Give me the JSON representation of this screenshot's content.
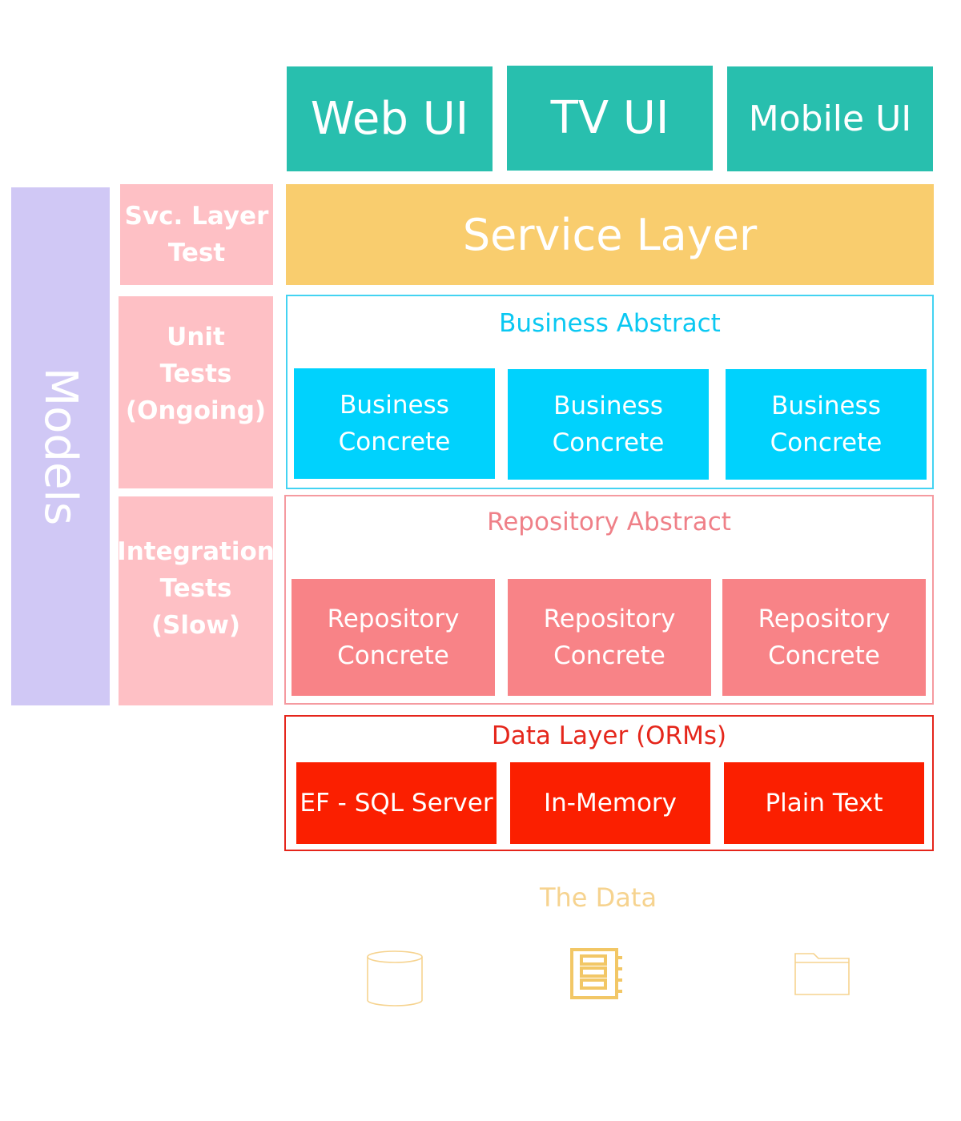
{
  "ui_layer": {
    "web": "Web UI",
    "tv": "TV UI",
    "mobile": "Mobile UI"
  },
  "service_layer": "Service Layer",
  "models": "Models",
  "tests": {
    "service": [
      "Svc. Layer",
      "Test"
    ],
    "unit": [
      "Unit",
      "Tests",
      "(Ongoing)"
    ],
    "integration": [
      "Integration",
      "Tests",
      "(Slow)"
    ]
  },
  "business": {
    "title": "Business Abstract",
    "concrete": [
      "Business",
      "Concrete"
    ]
  },
  "repository": {
    "title": "Repository Abstract",
    "concrete": [
      "Repository",
      "Concrete"
    ]
  },
  "data_layer": {
    "title": "Data Layer (ORMs)",
    "items": [
      "EF - SQL Server",
      "In-Memory",
      "Plain Text"
    ]
  },
  "the_data": {
    "label": "The Data",
    "icons": [
      "database-icon",
      "memory-icon",
      "folder-icon"
    ]
  },
  "colors": {
    "ui": "#28bfae",
    "service": "#f9cd6e",
    "tests": "#fec0c5",
    "models": "#d0c8f5",
    "business": "#00d2fd",
    "repository": "#f88387",
    "data_layer": "#fb1f00",
    "the_data": "#f6d38f"
  }
}
